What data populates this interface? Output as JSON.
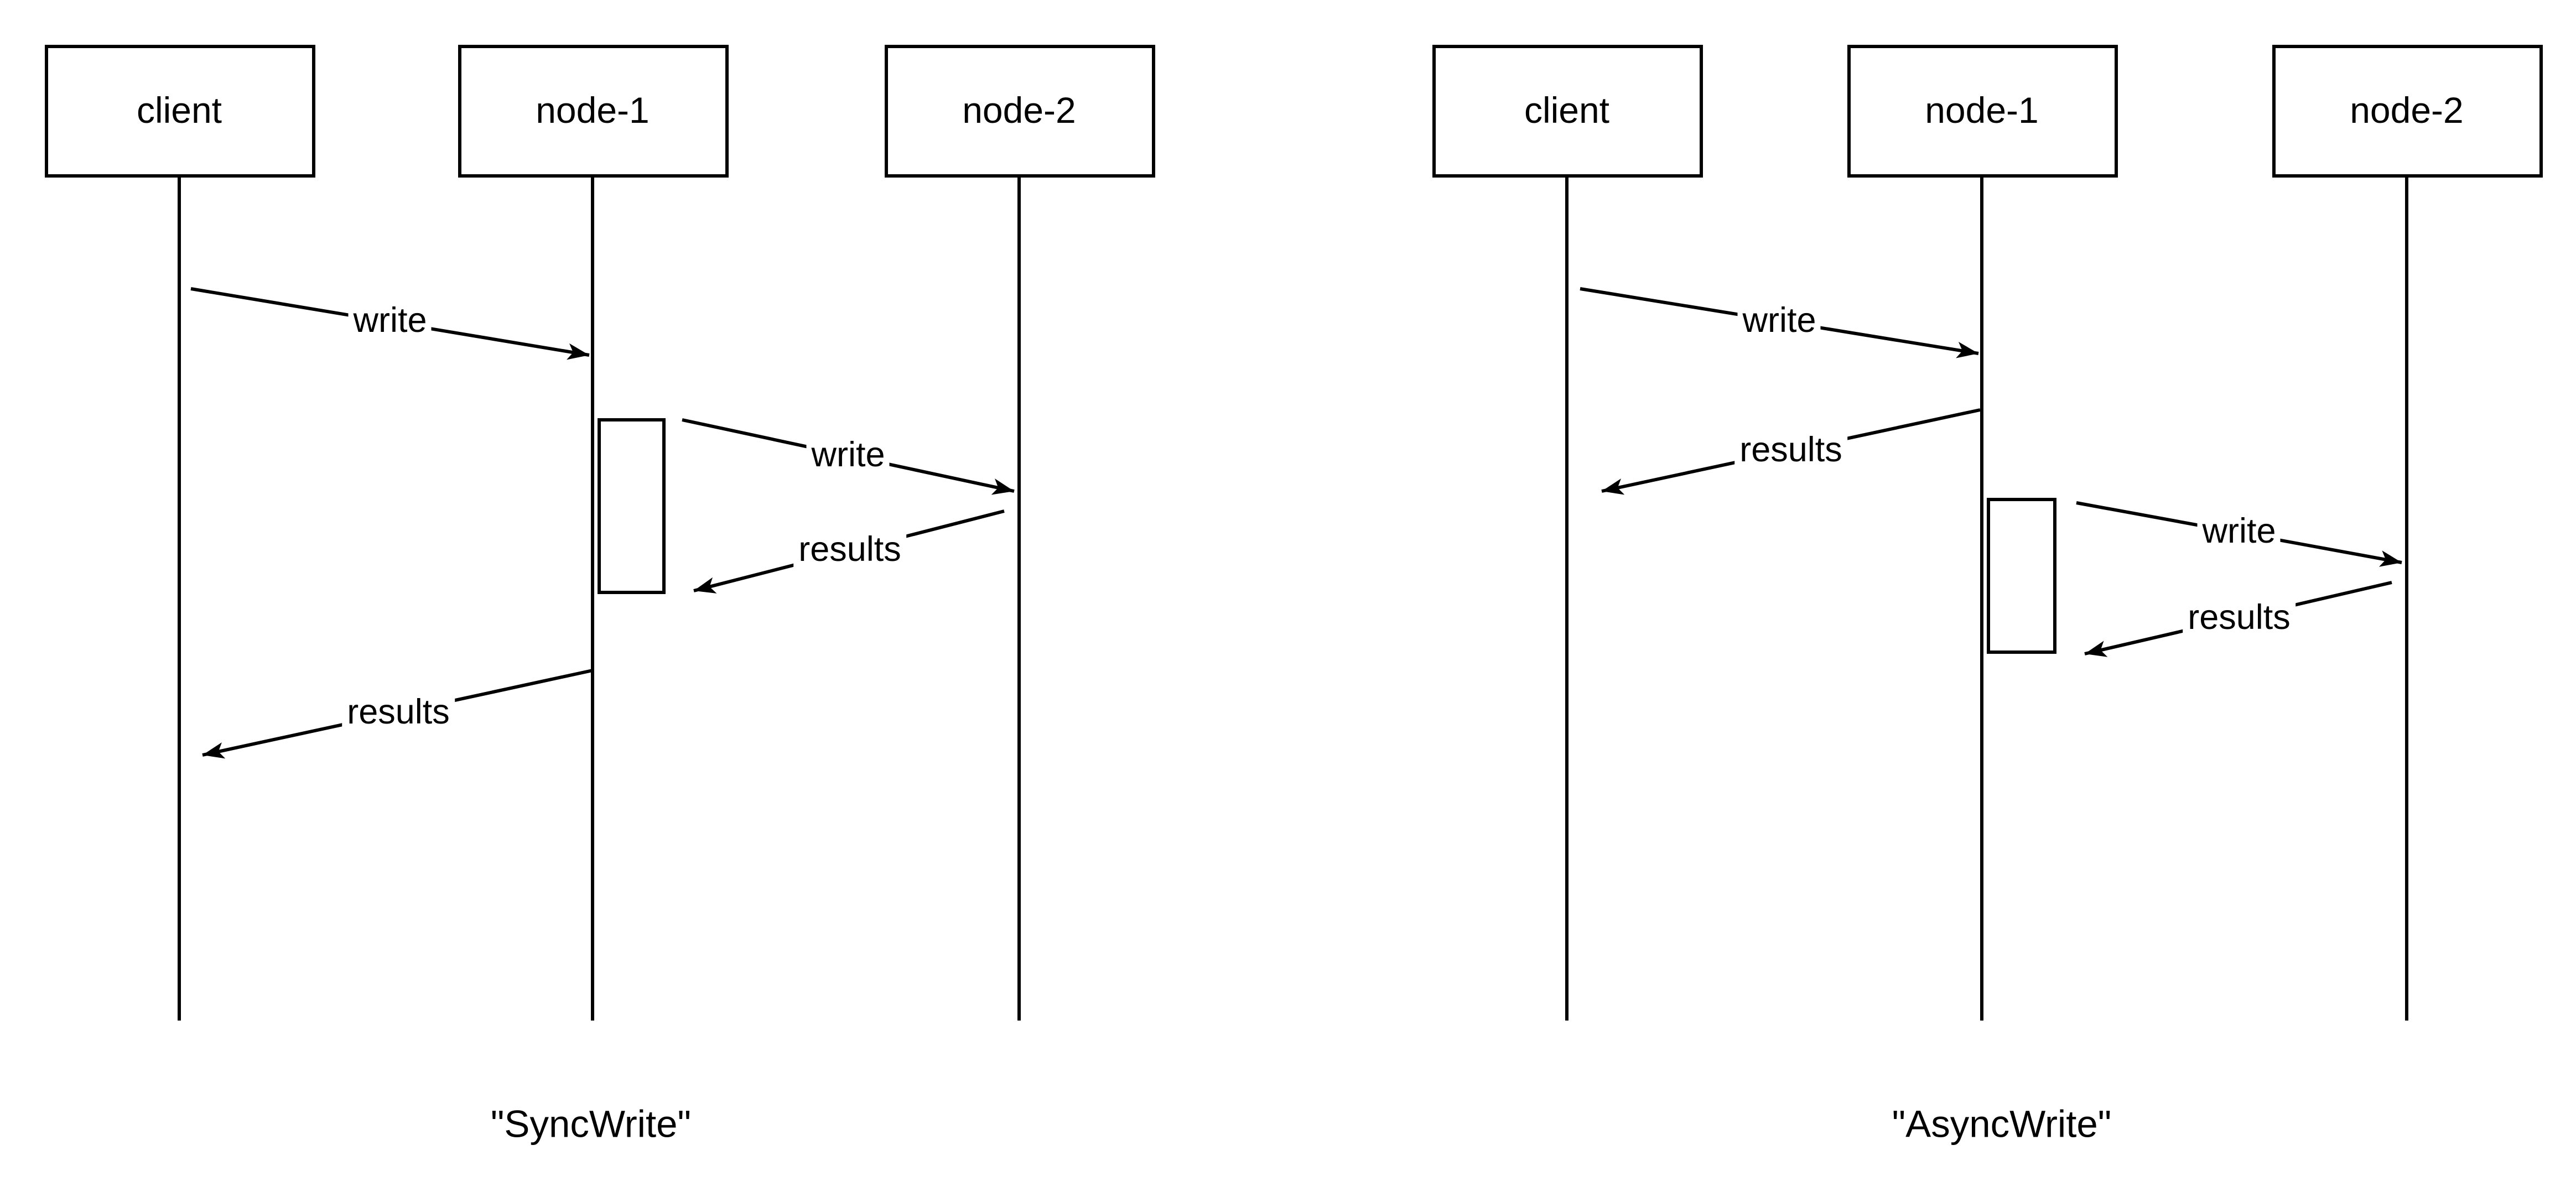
{
  "colors": {
    "stroke": "#000000",
    "background": "#ffffff"
  },
  "diagrams": [
    {
      "caption": "\"SyncWrite\"",
      "actors": [
        {
          "label": "client"
        },
        {
          "label": "node-1"
        },
        {
          "label": "node-2"
        }
      ],
      "messages": [
        {
          "label": "write",
          "from": "client",
          "to": "node-1"
        },
        {
          "label": "write",
          "from": "node-1",
          "to": "node-2"
        },
        {
          "label": "results",
          "from": "node-2",
          "to": "node-1"
        },
        {
          "label": "results",
          "from": "node-1",
          "to": "client"
        }
      ]
    },
    {
      "caption": "\"AsyncWrite\"",
      "actors": [
        {
          "label": "client"
        },
        {
          "label": "node-1"
        },
        {
          "label": "node-2"
        }
      ],
      "messages": [
        {
          "label": "write",
          "from": "client",
          "to": "node-1"
        },
        {
          "label": "results",
          "from": "node-1",
          "to": "client"
        },
        {
          "label": "write",
          "from": "node-1",
          "to": "node-2"
        },
        {
          "label": "results",
          "from": "node-2",
          "to": "node-1"
        }
      ]
    }
  ]
}
